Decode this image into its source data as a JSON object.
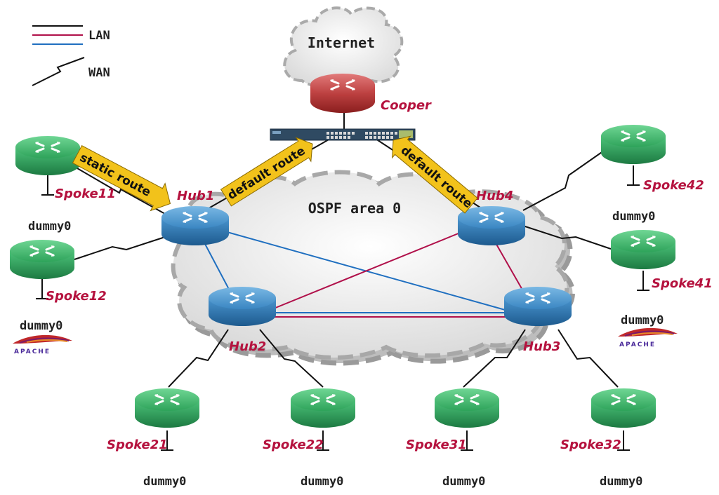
{
  "colors": {
    "label": "#b5123e",
    "lan_black": "#111111",
    "lan_red": "#b0104a",
    "lan_blue": "#1f6fc0",
    "router_green": "#2e9e5a",
    "router_blue": "#2f7ab5",
    "router_red": "#b53333",
    "arrow_yellow": "#f2c21b"
  },
  "legend": {
    "lan_label": "LAN",
    "wan_label": "WAN"
  },
  "clouds": {
    "internet": "Internet",
    "ospf": "OSPF area 0"
  },
  "routers": {
    "cooper": "Cooper",
    "hub1": "Hub1",
    "hub2": "Hub2",
    "hub3": "Hub3",
    "hub4": "Hub4",
    "spoke11": "Spoke11",
    "spoke12": "Spoke12",
    "spoke21": "Spoke21",
    "spoke22": "Spoke22",
    "spoke31": "Spoke31",
    "spoke32": "Spoke32",
    "spoke41": "Spoke41",
    "spoke42": "Spoke42"
  },
  "interfaces": {
    "dummy": "dummy0"
  },
  "arrows": {
    "static": "static route",
    "default_left": "default route",
    "default_right": "default route"
  },
  "icons": {
    "router": "router-icon",
    "switch": "switch-icon",
    "apache": "apache-feather-icon"
  }
}
